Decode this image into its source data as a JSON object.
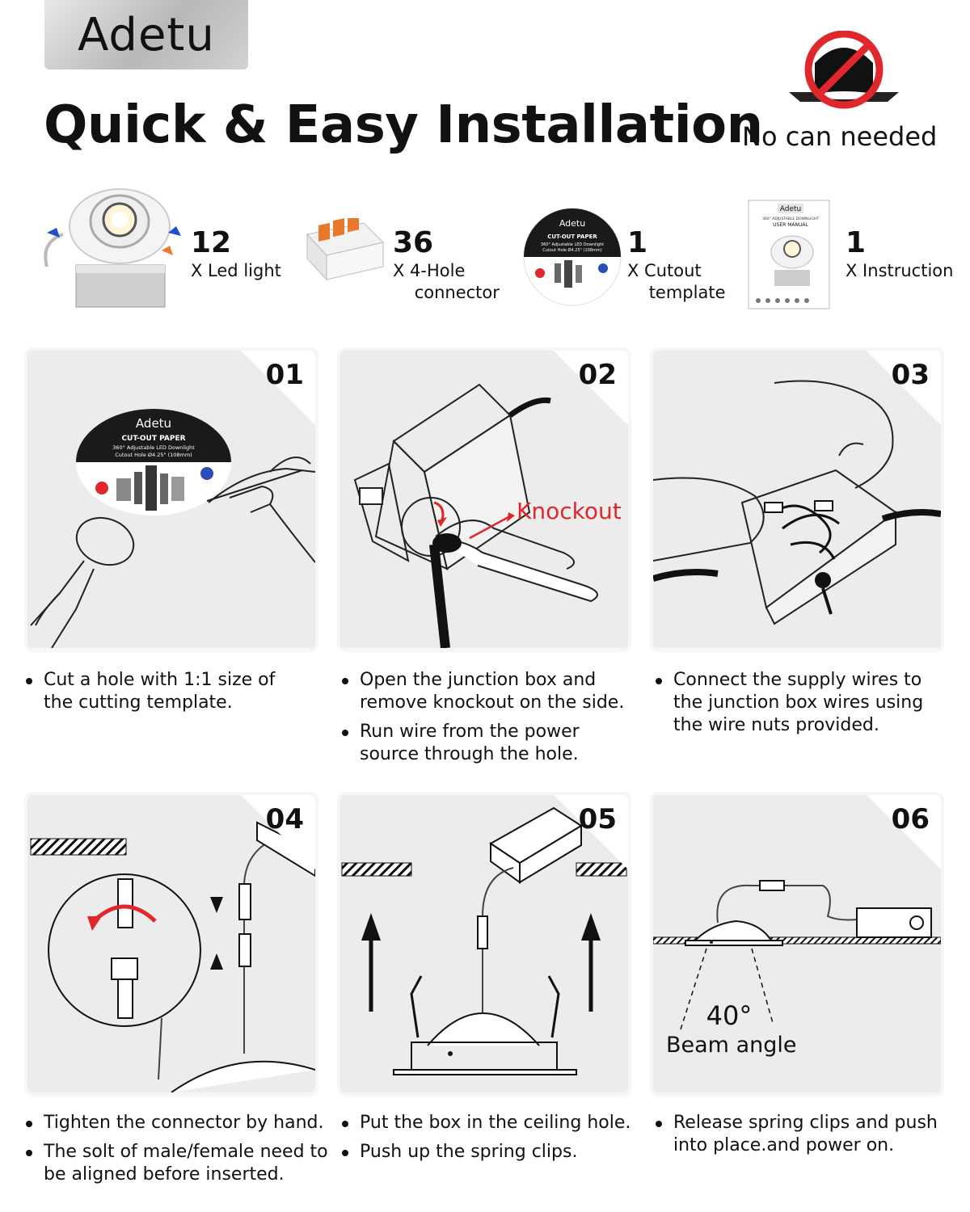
{
  "brand": "Adetu",
  "title": "Quick & Easy Installation",
  "no_can": {
    "label": "No can needed",
    "icon": "no-can-icon",
    "color": "#e0272b"
  },
  "package": [
    {
      "qty": "12",
      "desc": "X Led light",
      "icon": "led-light-icon"
    },
    {
      "qty": "36",
      "desc": "X 4-Hole\n    connector",
      "icon": "connector-icon"
    },
    {
      "qty": "1",
      "desc": "X Cutout\n    template",
      "icon": "cutout-template-icon",
      "template": {
        "brand": "Adetu",
        "title": "CUT-OUT PAPER",
        "line1": "360° Adjustable LED Downlight",
        "line2": "Cutout Hole Ø4.25\" (108mm)"
      }
    },
    {
      "qty": "1",
      "desc": "X Instruction",
      "icon": "instruction-manual-icon",
      "manual": {
        "brand": "Adetu",
        "line1": "360° ADJUSTABLE DOWNLIGHT",
        "line2": "USER MANUAL"
      }
    }
  ],
  "steps": [
    {
      "num": "01",
      "bullets": [
        "Cut a hole with 1:1 size of the cutting template."
      ],
      "template": {
        "brand": "Adetu",
        "title": "CUT-OUT PAPER",
        "line1": "360° Adjustable LED Downlight",
        "line2": "Cutout Hole Ø4.25\" (108mm)"
      }
    },
    {
      "num": "02",
      "bullets": [
        "Open the junction box and remove knockout on the side.",
        "Run wire from the power source through the hole."
      ],
      "callout": "Knockout",
      "callout_color": "#e0272b"
    },
    {
      "num": "03",
      "bullets": [
        "Connect the supply wires to the junction box wires using the wire nuts provided."
      ]
    },
    {
      "num": "04",
      "bullets": [
        "Tighten the connector by hand.",
        "The solt of male/female need to be aligned before inserted."
      ]
    },
    {
      "num": "05",
      "bullets": [
        "Put the box in the ceiling hole.",
        "Push up the spring clips."
      ]
    },
    {
      "num": "06",
      "bullets": [
        "Release spring clips and push into place.and power on."
      ],
      "beam_value": "40°",
      "beam_label": "Beam angle"
    }
  ]
}
